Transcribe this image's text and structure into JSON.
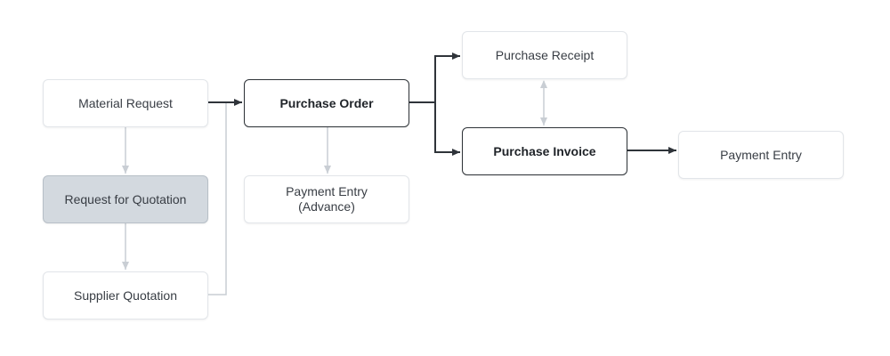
{
  "nodes": {
    "material_request": "Material Request",
    "request_for_quotation": "Request for Quotation",
    "supplier_quotation": "Supplier Quotation",
    "purchase_order": "Purchase Order",
    "payment_entry_advance": "Payment Entry\n(Advance)",
    "purchase_receipt": "Purchase Receipt",
    "purchase_invoice": "Purchase Invoice",
    "payment_entry": "Payment Entry"
  },
  "colors": {
    "primary_edge": "#2f343a",
    "secondary_edge": "#c9ced4",
    "highlight_fill": "#d3d9df"
  }
}
